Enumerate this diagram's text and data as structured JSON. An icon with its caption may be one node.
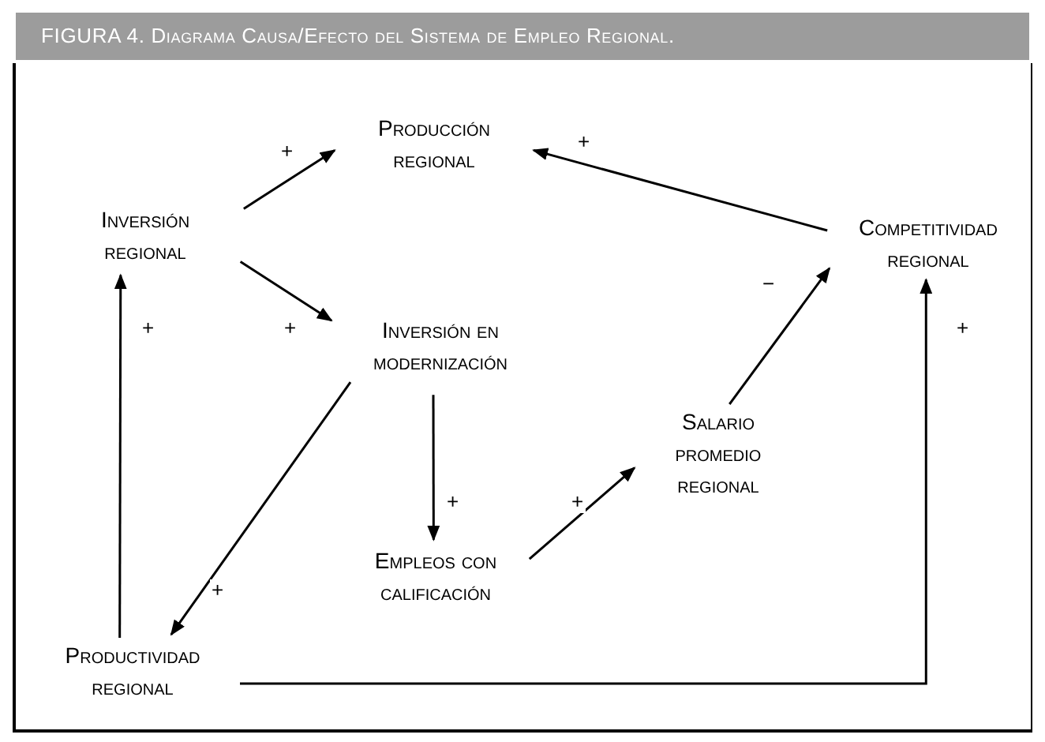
{
  "diagram": {
    "title": "FIGURA 4. Diagrama Causa/Efecto del Sistema de Empleo Regional.",
    "nodes": [
      {
        "text": [
          "Inversión regional"
        ]
      },
      {
        "text": [
          "Producción regional"
        ]
      },
      {
        "text": [
          "Inversión en modernización"
        ]
      },
      {
        "text": [
          "Competitividad regional"
        ]
      },
      {
        "text": [
          "Salario promedio regional"
        ]
      },
      {
        "text": [
          "Empleos con calificación"
        ]
      },
      {
        "text": [
          "Productividad regional"
        ]
      }
    ],
    "edges": [
      {
        "from": 0,
        "to": 1,
        "arrow": "to",
        "label": "+"
      },
      {
        "from": 0,
        "to": 2,
        "arrow": "to",
        "label": "+"
      },
      {
        "from": 3,
        "to": 1,
        "arrow": "to",
        "label": "+"
      },
      {
        "from": 4,
        "to": 3,
        "arrow": "to",
        "label": "−"
      },
      {
        "from": 2,
        "to": 5,
        "arrow": "to",
        "label": "+"
      },
      {
        "from": 5,
        "to": 4,
        "arrow": "to",
        "label": "+"
      },
      {
        "from": 2,
        "to": 6,
        "arrow": "to",
        "label": "+"
      },
      {
        "from": 6,
        "to": 0,
        "arrow": "to",
        "label": "+"
      },
      {
        "from": 6,
        "to": 3,
        "arrow": "to",
        "label": "+"
      }
    ]
  }
}
